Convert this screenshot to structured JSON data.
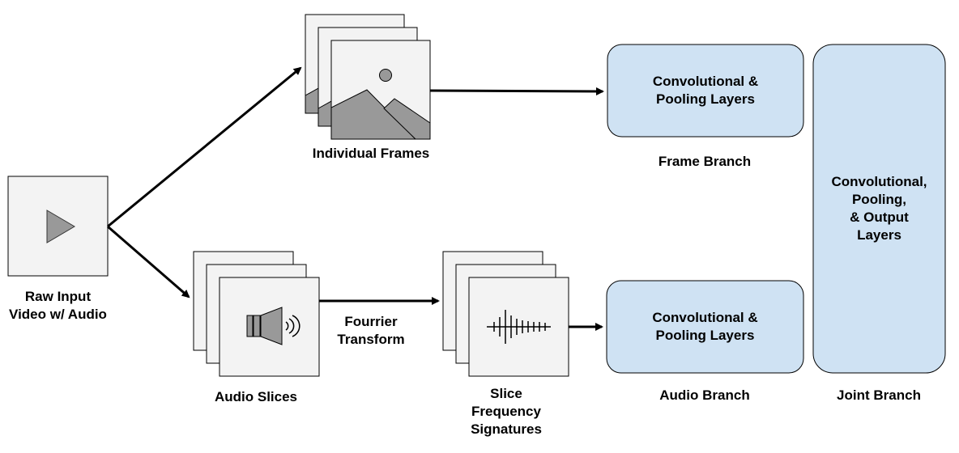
{
  "diagram": {
    "colors": {
      "box_fill": "#cfe2f3",
      "card_fill": "#f3f3f3",
      "stroke": "#000000",
      "icon_gray": "#999999"
    },
    "nodes": {
      "raw_input": {
        "label": "Raw Input\nVideo w/ Audio",
        "icon": "play-icon"
      },
      "frames": {
        "label": "Individual Frames",
        "icon": "image-icon"
      },
      "audio_slices": {
        "label": "Audio Slices",
        "icon": "speaker-icon"
      },
      "transform": {
        "label": "Fourrier\nTransform"
      },
      "signatures": {
        "label": "Slice\nFrequency\nSignatures",
        "icon": "waveform-icon"
      },
      "frame_conv": {
        "label": "Convolutional &\nPooling Layers"
      },
      "frame_branch": {
        "label": "Frame Branch"
      },
      "audio_conv": {
        "label": "Convolutional &\nPooling Layers"
      },
      "audio_branch": {
        "label": "Audio Branch"
      },
      "joint_conv": {
        "label": "Convolutional,\nPooling,\n& Output\nLayers"
      },
      "joint_branch": {
        "label": "Joint Branch"
      }
    }
  }
}
